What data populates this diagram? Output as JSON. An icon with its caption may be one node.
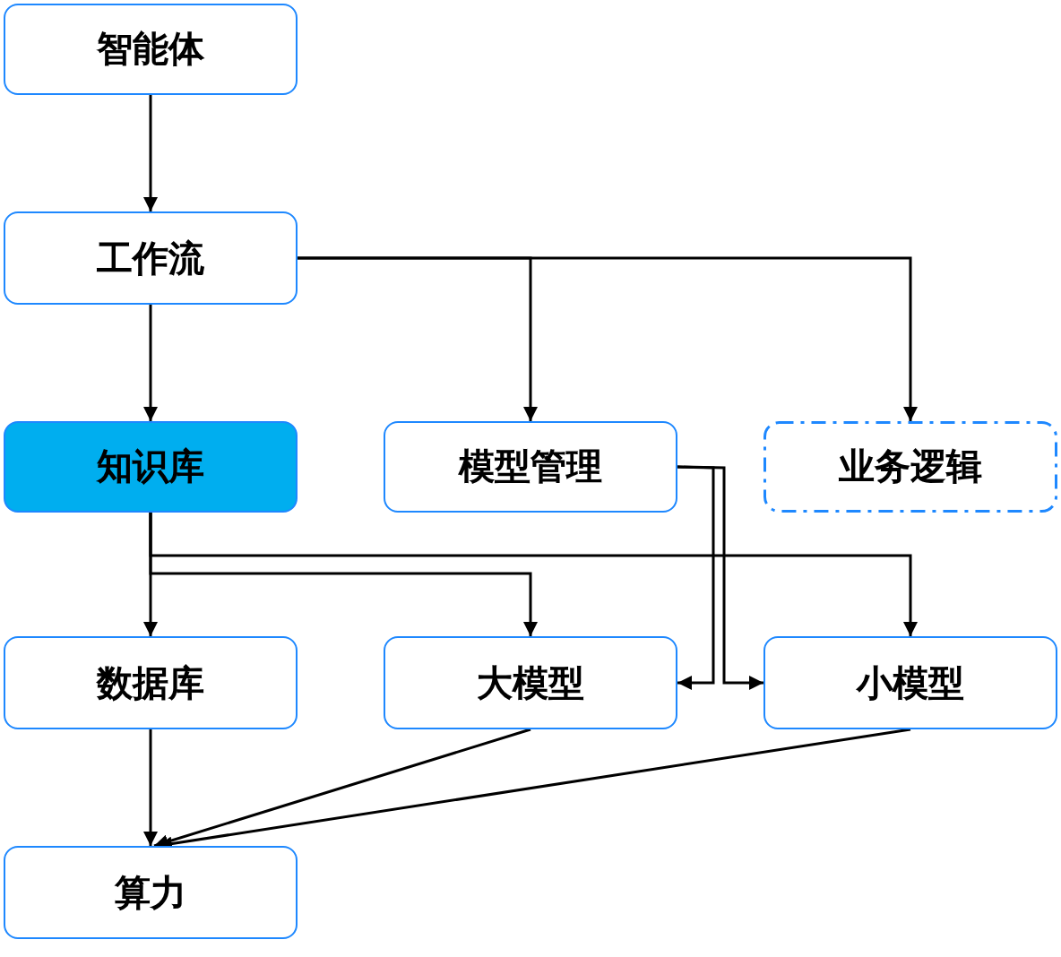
{
  "diagram": {
    "nodes": [
      {
        "text": [
          "智能体"
        ]
      },
      {
        "text": [
          "工作流"
        ]
      },
      {
        "text": [
          "知识库"
        ]
      },
      {
        "text": [
          "模型管理"
        ]
      },
      {
        "text": [
          "业务逻辑"
        ]
      },
      {
        "text": [
          "数据库"
        ]
      },
      {
        "text": [
          "大模型"
        ]
      },
      {
        "text": [
          "小模型"
        ]
      },
      {
        "text": [
          "算力"
        ]
      }
    ],
    "edges": [
      {
        "from": 0,
        "to": 1,
        "arrow": "to"
      },
      {
        "from": 1,
        "to": 2,
        "arrow": "to"
      },
      {
        "from": 1,
        "to": 3,
        "arrow": "to"
      },
      {
        "from": 1,
        "to": 4,
        "arrow": "to"
      },
      {
        "from": 2,
        "to": 5,
        "arrow": "to"
      },
      {
        "from": 2,
        "to": 6,
        "arrow": "to"
      },
      {
        "from": 2,
        "to": 7,
        "arrow": "to"
      },
      {
        "from": 3,
        "to": 6,
        "arrow": "to"
      },
      {
        "from": 3,
        "to": 7,
        "arrow": "to"
      },
      {
        "from": 5,
        "to": 8,
        "arrow": "to"
      },
      {
        "from": 6,
        "to": 8,
        "arrow": "to"
      },
      {
        "from": 7,
        "to": 8,
        "arrow": "to"
      }
    ]
  }
}
